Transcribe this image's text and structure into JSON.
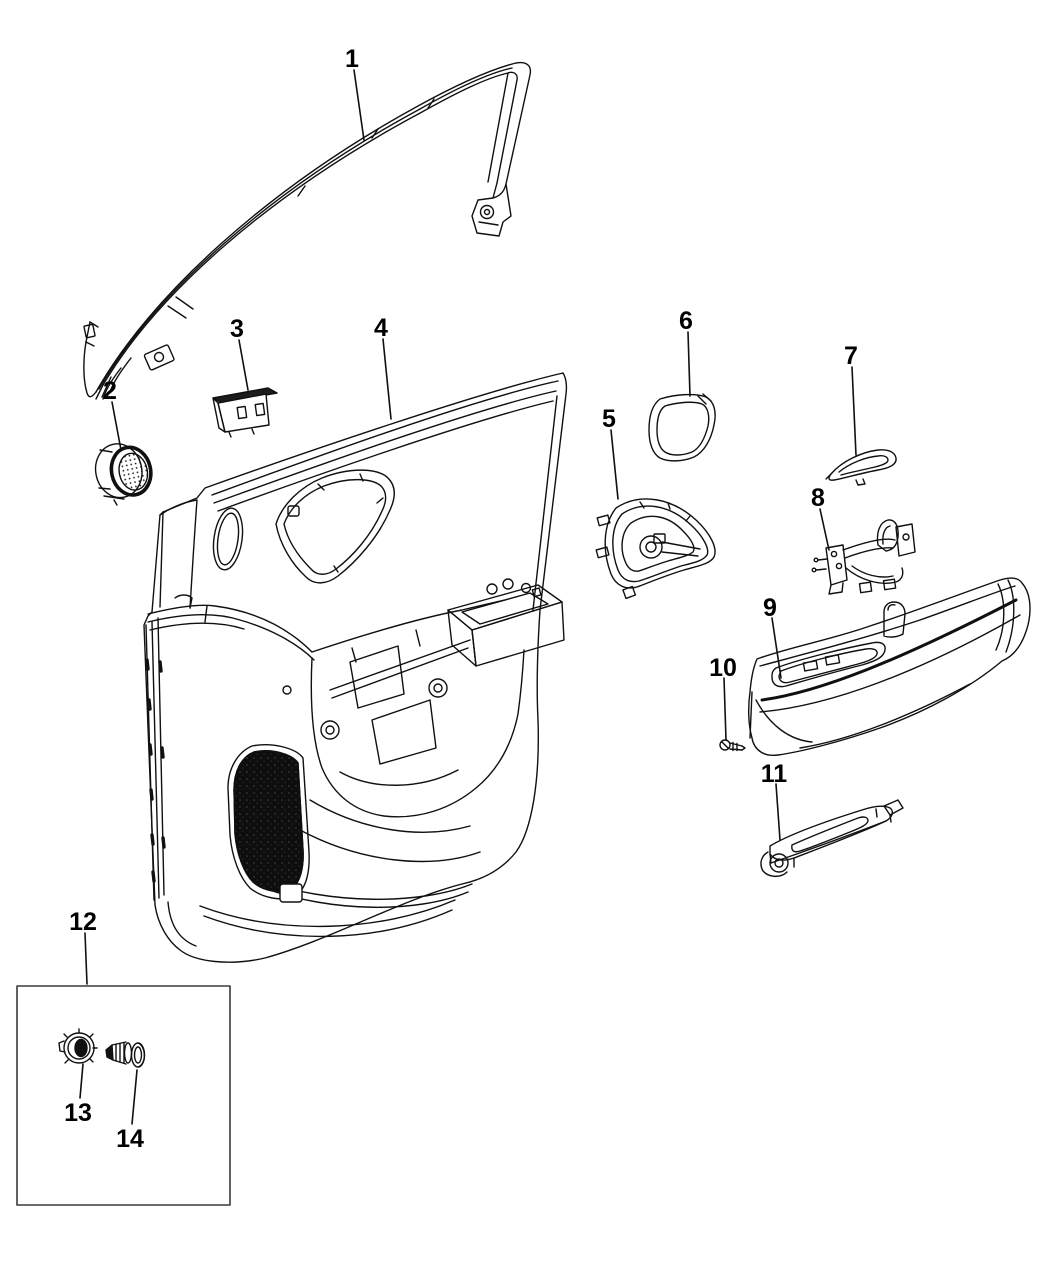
{
  "diagram": {
    "colors": {
      "background": "#ffffff",
      "line": "#101010",
      "grille_fill": "#0e0e0e",
      "inset_box_stroke": "#3a3a3a"
    },
    "callouts": [
      {
        "label": "1"
      },
      {
        "label": "2"
      },
      {
        "label": "3"
      },
      {
        "label": "4"
      },
      {
        "label": "5"
      },
      {
        "label": "6"
      },
      {
        "label": "7"
      },
      {
        "label": "8"
      },
      {
        "label": "9"
      },
      {
        "label": "10"
      },
      {
        "label": "11"
      },
      {
        "label": "12"
      },
      {
        "label": "13"
      },
      {
        "label": "14"
      }
    ]
  }
}
